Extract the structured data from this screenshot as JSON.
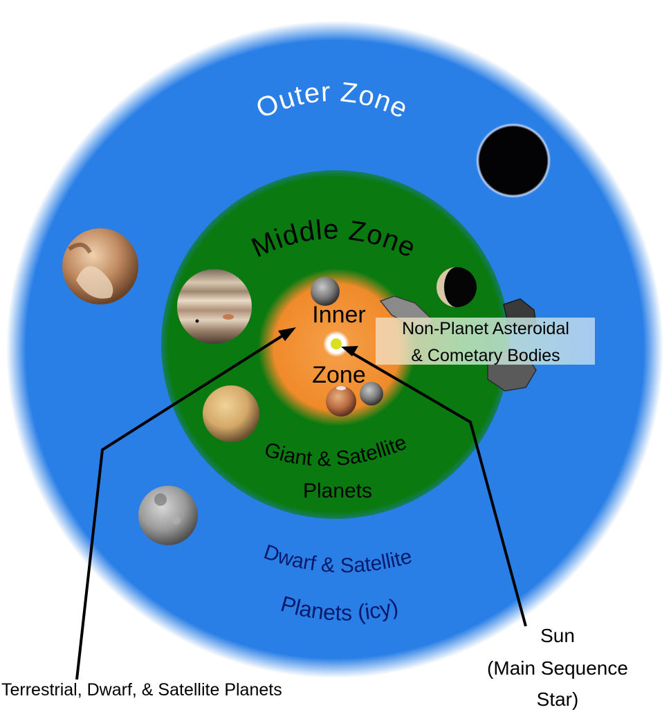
{
  "zones": {
    "outer": {
      "title": "Outer Zone",
      "line1": "Dwarf & Satellite",
      "line2": "Planets (icy)",
      "color": "#2a7fe6"
    },
    "middle": {
      "title": "Middle Zone",
      "line1": "Giant & Satellite",
      "line2": "Planets",
      "color": "#0a7a10"
    },
    "inner": {
      "title1": "Inner",
      "title2": "Zone",
      "color": "#f08a2a"
    }
  },
  "callouts": {
    "asteroidal_line1": "Non-Planet Asteroidal",
    "asteroidal_line2": "& Cometary Bodies",
    "sun_line1": "Sun",
    "sun_line2": "(Main Sequence",
    "sun_line3": "Star)",
    "terrestrial": "Terrestrial, Dwarf, & Satellite Planets"
  },
  "colors": {
    "sun": "#d8e020",
    "text_dark": "#000000",
    "text_outer_labels": "#0a1a6a",
    "text_outer_title": "#ffffff"
  }
}
